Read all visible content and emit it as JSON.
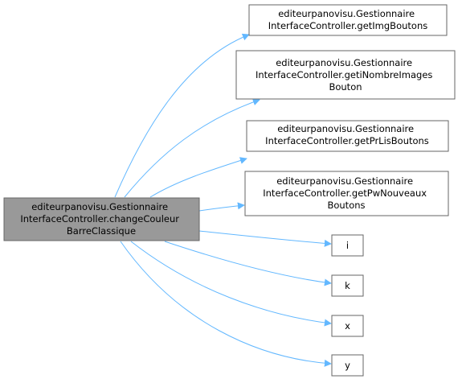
{
  "graph": {
    "source": {
      "lines": [
        "editeurpanovisu.Gestionnaire",
        "InterfaceController.changeCouleur",
        "BarreClassique"
      ]
    },
    "targets": [
      {
        "lines": [
          "editeurpanovisu.Gestionnaire",
          "InterfaceController.getImgBoutons"
        ]
      },
      {
        "lines": [
          "editeurpanovisu.Gestionnaire",
          "InterfaceController.getiNombreImages",
          "Bouton"
        ]
      },
      {
        "lines": [
          "editeurpanovisu.Gestionnaire",
          "InterfaceController.getPrLisBoutons"
        ]
      },
      {
        "lines": [
          "editeurpanovisu.Gestionnaire",
          "InterfaceController.getPwNouveaux",
          "Boutons"
        ]
      },
      {
        "lines": [
          "i"
        ]
      },
      {
        "lines": [
          "k"
        ]
      },
      {
        "lines": [
          "x"
        ]
      },
      {
        "lines": [
          "y"
        ]
      }
    ],
    "colors": {
      "source_fill": "#999999",
      "source_stroke": "#666666",
      "node_fill": "#ffffff",
      "node_stroke": "#666666",
      "edge": "#63b8ff"
    }
  }
}
